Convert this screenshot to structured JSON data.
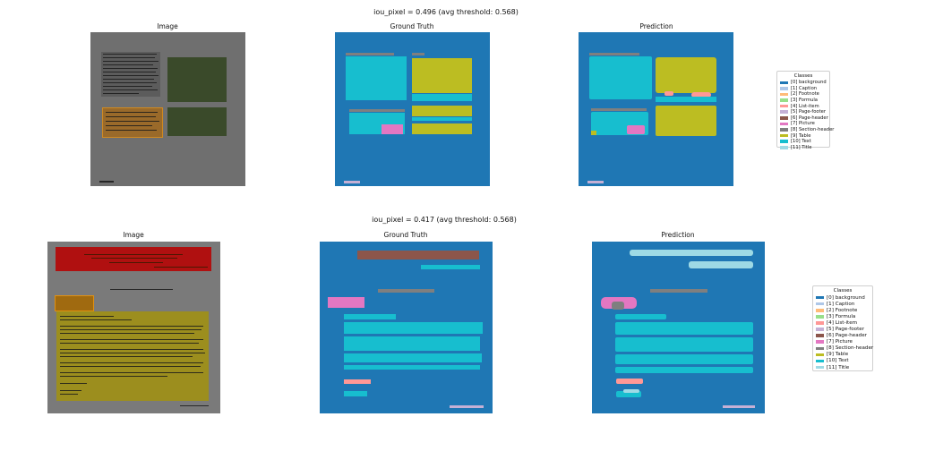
{
  "rows": [
    {
      "suptitle": "iou_pixel  =  0.496  (avg threshold: 0.568)",
      "panels": {
        "image": "Image",
        "ground_truth": "Ground Truth",
        "prediction": "Prediction"
      }
    },
    {
      "suptitle": "iou_pixel  =  0.417  (avg threshold: 0.568)",
      "panels": {
        "image": "Image",
        "ground_truth": "Ground Truth",
        "prediction": "Prediction"
      }
    }
  ],
  "legend": {
    "title": "Classes",
    "items": [
      {
        "label": "[0] background",
        "color": "#1f77b4"
      },
      {
        "label": "[1] Caption",
        "color": "#aec7e8"
      },
      {
        "label": "[2] Footnote",
        "color": "#ffbb78"
      },
      {
        "label": "[3] Formula",
        "color": "#98df8a"
      },
      {
        "label": "[4] List-item",
        "color": "#ff9896"
      },
      {
        "label": "[5] Page-footer",
        "color": "#c5b0d5"
      },
      {
        "label": "[6] Page-header",
        "color": "#8c564b"
      },
      {
        "label": "[7] Picture",
        "color": "#e377c2"
      },
      {
        "label": "[8] Section-header",
        "color": "#7f7f7f"
      },
      {
        "label": "[9] Table",
        "color": "#bcbd22"
      },
      {
        "label": "[10] Text",
        "color": "#17becf"
      },
      {
        "label": "[11] Title",
        "color": "#9edae5"
      }
    ]
  }
}
